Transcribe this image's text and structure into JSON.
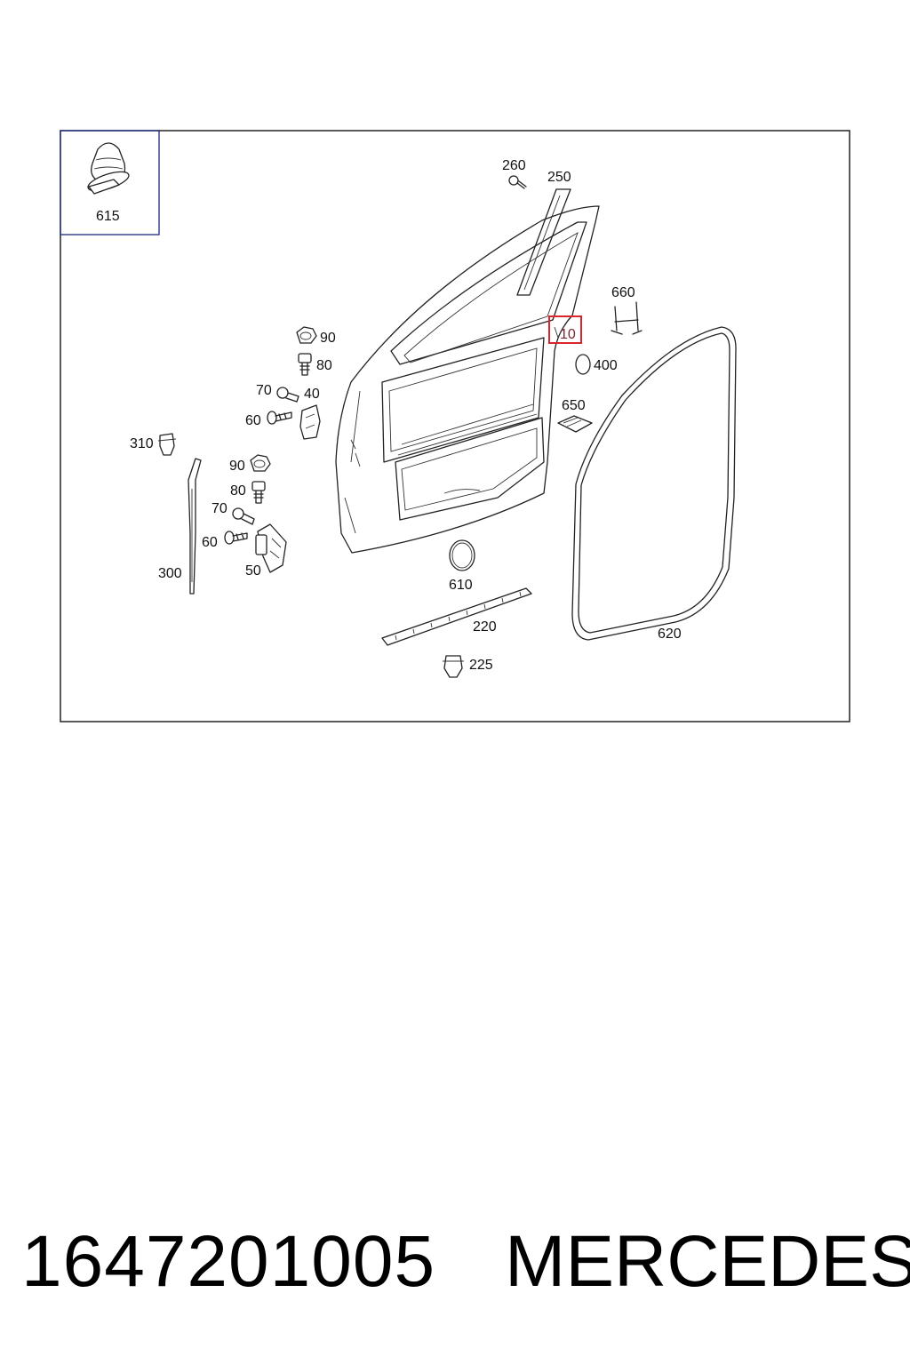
{
  "diagram": {
    "highlight_color": "#d9252b",
    "labels": {
      "p615": "615",
      "p260": "260",
      "p250": "250",
      "p660": "660",
      "p10": "10",
      "p400": "400",
      "p650": "650",
      "p90a": "90",
      "p80a": "80",
      "p70a": "70",
      "p40": "40",
      "p60a": "60",
      "p310": "310",
      "p90b": "90",
      "p80b": "80",
      "p70b": "70",
      "p60b": "60",
      "p50": "50",
      "p300": "300",
      "p610": "610",
      "p220": "220",
      "p225": "225",
      "p620": "620"
    }
  },
  "caption": {
    "part_number": "1647201005",
    "brand": "MERCEDES"
  }
}
